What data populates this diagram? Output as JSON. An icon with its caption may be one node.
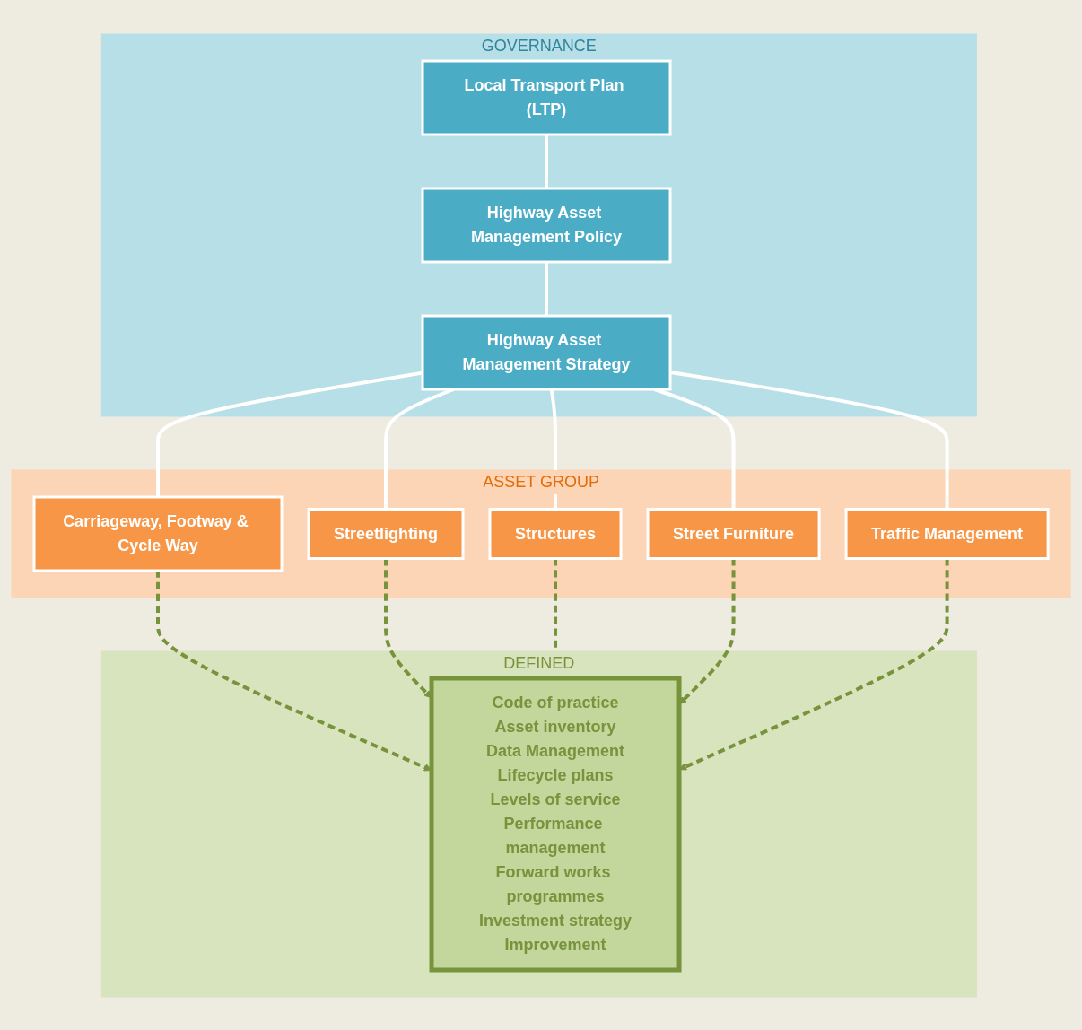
{
  "diagram": {
    "nodes": [
      {
        "text": [
          "GOVERNANCE"
        ]
      },
      {
        "text": [
          "Local Transport Plan (LTP)"
        ],
        "in": 0
      },
      {
        "text": [
          "Highway Asset Management Policy"
        ],
        "in": 0
      },
      {
        "text": [
          "Highway Asset Management Strategy"
        ],
        "in": 0
      },
      {
        "text": [
          "ASSET GROUP"
        ]
      },
      {
        "text": [
          "Carriageway, Footway & Cycle Way"
        ],
        "in": 4
      },
      {
        "text": [
          "Streetlighting"
        ],
        "in": 4
      },
      {
        "text": [
          "Structures"
        ],
        "in": 4
      },
      {
        "text": [
          "Street Furniture"
        ],
        "in": 4
      },
      {
        "text": [
          "Traffic Management"
        ],
        "in": 4
      },
      {
        "text": [
          "DEFINED"
        ]
      },
      {
        "text": [
          "Code of practice",
          "Asset inventory",
          "Data Management",
          "Lifecycle plans",
          "Levels of service",
          "Performance management",
          "Forward works programmes",
          "Investment strategy",
          "Improvement"
        ],
        "in": 10
      }
    ],
    "edges": [
      {
        "from": 1,
        "to": 2,
        "arrow": "none"
      },
      {
        "from": 2,
        "to": 3,
        "arrow": "none"
      },
      {
        "from": 3,
        "to": 5,
        "arrow": "none"
      },
      {
        "from": 3,
        "to": 6,
        "arrow": "none"
      },
      {
        "from": 3,
        "to": 7,
        "arrow": "none"
      },
      {
        "from": 3,
        "to": 8,
        "arrow": "none"
      },
      {
        "from": 3,
        "to": 9,
        "arrow": "none"
      },
      {
        "from": 5,
        "to": 11,
        "arrow": "to",
        "style": "dashed",
        "color": "#77933c"
      },
      {
        "from": 6,
        "to": 11,
        "arrow": "to",
        "style": "dashed",
        "color": "#77933c"
      },
      {
        "from": 7,
        "to": 11,
        "arrow": "to",
        "style": "dashed",
        "color": "#77933c"
      },
      {
        "from": 8,
        "to": 11,
        "arrow": "to",
        "style": "dashed",
        "color": "#77933c"
      },
      {
        "from": 9,
        "to": 11,
        "arrow": "to",
        "style": "dashed",
        "color": "#77933c"
      }
    ]
  }
}
